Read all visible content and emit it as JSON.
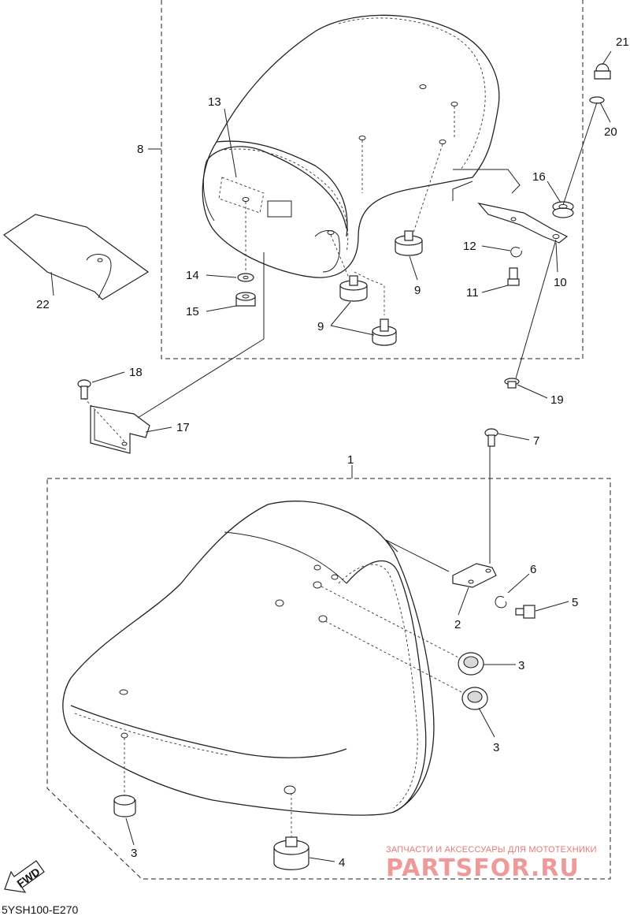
{
  "diagram": {
    "code": "5YSH100-E270",
    "fwd_label": "FWD",
    "watermark_top": "ЗАПЧАСТИ И АКСЕССУАРЫ ДЛЯ МОТОТЕХНИКИ",
    "watermark_brand": "PARTSFOR.RU",
    "callouts": [
      "1",
      "2",
      "3",
      "3",
      "3",
      "4",
      "5",
      "6",
      "7",
      "8",
      "9",
      "9",
      "10",
      "11",
      "12",
      "13",
      "14",
      "15",
      "16",
      "17",
      "18",
      "19",
      "20",
      "21",
      "22"
    ]
  }
}
